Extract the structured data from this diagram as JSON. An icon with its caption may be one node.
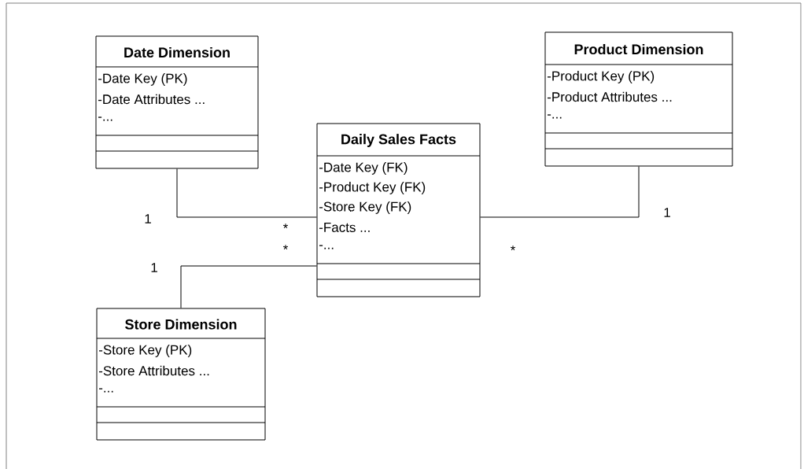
{
  "diagram": {
    "nodes": [
      {
        "text": [
          "Date Dimension",
          "-Date Key (PK)",
          "-Date Attributes ...",
          "-..."
        ]
      },
      {
        "text": [
          "Product Dimension",
          "-Product Key (PK)",
          "-Product Attributes ...",
          "-..."
        ]
      },
      {
        "text": [
          "Daily Sales Facts",
          "-Date Key (FK)",
          "-Product Key (FK)",
          "-Store Key (FK)",
          "-Facts ...",
          "-..."
        ]
      },
      {
        "text": [
          "Store Dimension",
          "-Store Key (PK)",
          "-Store Attributes ...",
          "-..."
        ]
      }
    ],
    "edges": [
      {
        "from": 0,
        "to": 2,
        "arrow": "none"
      },
      {
        "from": 3,
        "to": 2,
        "arrow": "none"
      },
      {
        "from": 1,
        "to": 2,
        "arrow": "none"
      }
    ],
    "labels": [
      "1",
      "1",
      "*",
      "*",
      "*",
      "1"
    ]
  }
}
